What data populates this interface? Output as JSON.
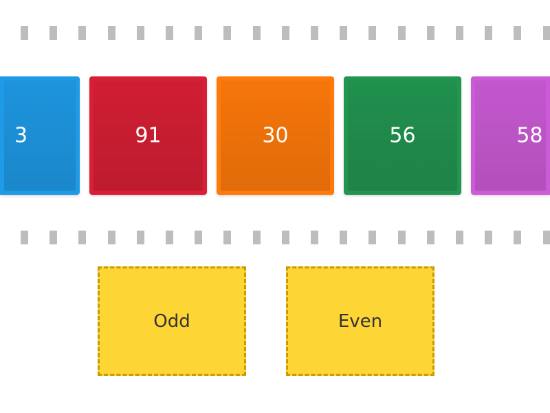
{
  "tiles": [
    {
      "label": "3",
      "color": "#1e9ae6"
    },
    {
      "label": "91",
      "color": "#d81f35"
    },
    {
      "label": "30",
      "color": "#ff7a0a"
    },
    {
      "label": "56",
      "color": "#229550"
    },
    {
      "label": "58",
      "color": "#cb5bd6"
    }
  ],
  "zones": [
    {
      "label": "Odd",
      "color": "#fdd535"
    },
    {
      "label": "Even",
      "color": "#fdd535"
    }
  ]
}
